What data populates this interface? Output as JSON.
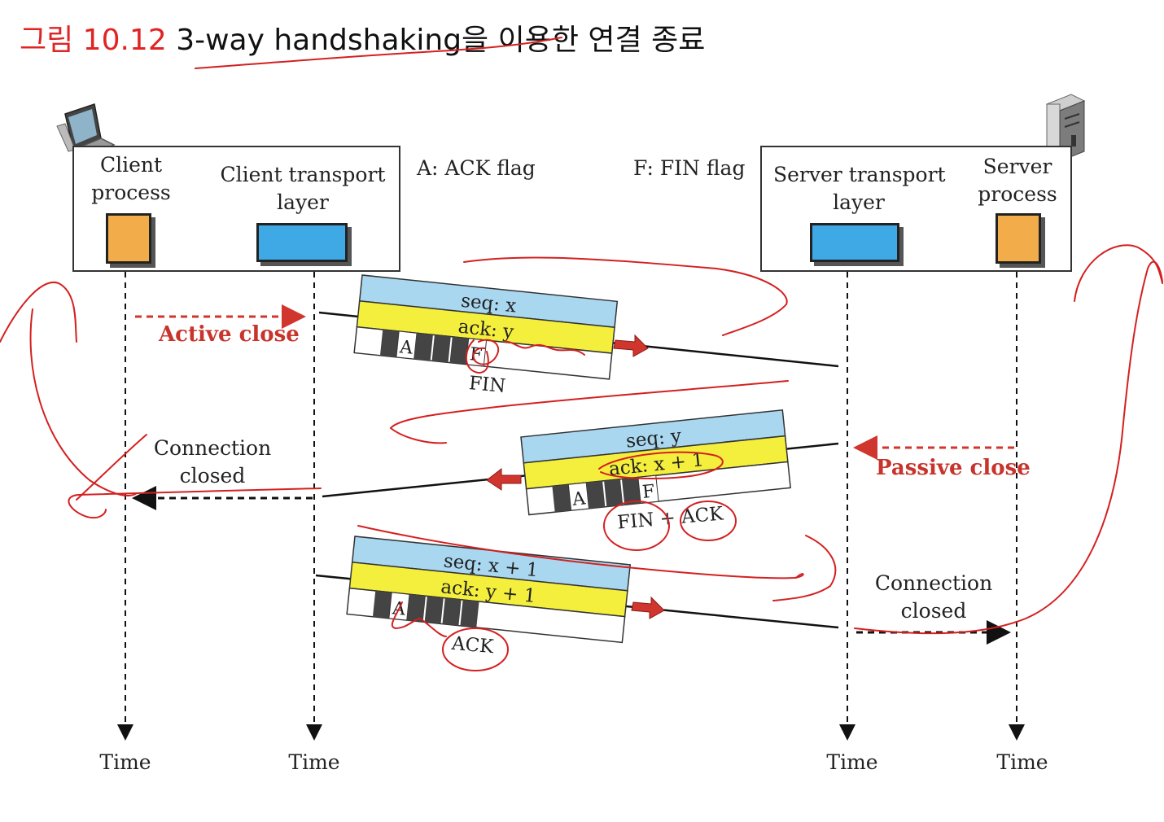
{
  "title": {
    "figure_label": "그림 10.12",
    "text": "3-way handshaking을 이용한 연결 종료"
  },
  "legend": {
    "ack_flag": "A: ACK flag",
    "fin_flag": "F: FIN flag"
  },
  "client": {
    "process_label_line1": "Client",
    "process_label_line2": "process",
    "transport_label_line1": "Client transport",
    "transport_label_line2": "layer"
  },
  "server": {
    "transport_label_line1": "Server transport",
    "transport_label_line2": "layer",
    "process_label_line1": "Server",
    "process_label_line2": "process"
  },
  "events": {
    "active_close": "Active close",
    "passive_close": "Passive close",
    "client_closed_line1": "Connection",
    "client_closed_line2": "closed",
    "server_closed_line1": "Connection",
    "server_closed_line2": "closed"
  },
  "segments": [
    {
      "seq": "seq: x",
      "ack": "ack: y",
      "flag_a": "A",
      "flag_f": "F",
      "name": "FIN"
    },
    {
      "seq": "seq: y",
      "ack": "ack: x + 1",
      "flag_a": "A",
      "flag_f": "F",
      "name": "FIN + ACK"
    },
    {
      "seq": "seq: x + 1",
      "ack": "ack: y + 1",
      "flag_a": "A",
      "name": "ACK"
    }
  ],
  "time_labels": [
    "Time",
    "Time",
    "Time",
    "Time"
  ],
  "colors": {
    "seq_band": "#a9d7f0",
    "ack_band": "#f4ef3c",
    "process_fill": "#f2ac4a",
    "transport_fill": "#3fa9e6",
    "event_red": "#c8342c",
    "annotation_red": "#d42020"
  }
}
